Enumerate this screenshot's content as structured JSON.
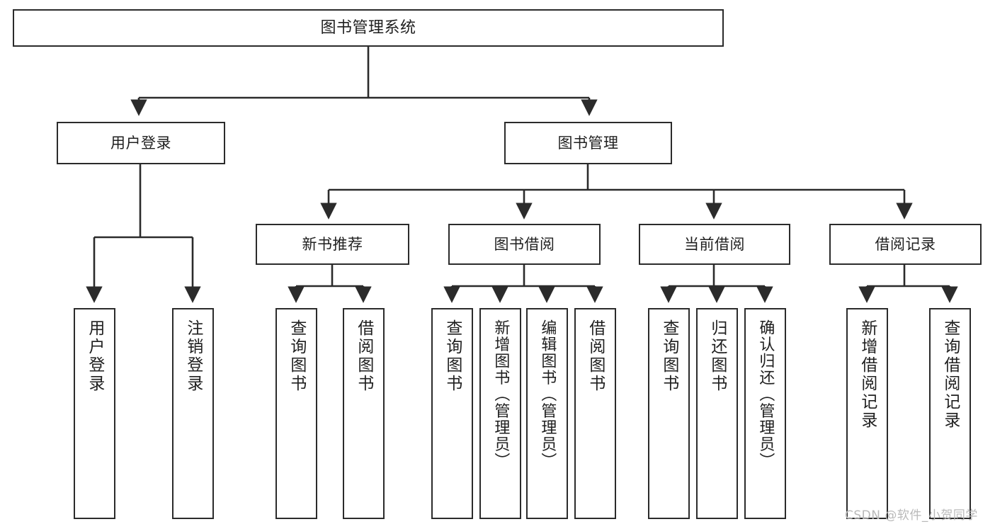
{
  "diagram": {
    "title": "图书管理系统",
    "type": "functional-structure-tree",
    "levels": 4,
    "watermark": "CSDN @软件_小贺同学"
  },
  "nodes": {
    "root": {
      "label": "图书管理系统"
    },
    "level2": [
      {
        "id": "user-login",
        "label": "用户登录"
      },
      {
        "id": "book-manage",
        "label": "图书管理"
      }
    ],
    "level3": [
      {
        "id": "new-book-rec",
        "label": "新书推荐",
        "parent": "book-manage"
      },
      {
        "id": "book-borrow",
        "label": "图书借阅",
        "parent": "book-manage"
      },
      {
        "id": "current-borrow",
        "label": "当前借阅",
        "parent": "book-manage"
      },
      {
        "id": "borrow-record",
        "label": "借阅记录",
        "parent": "book-manage"
      }
    ],
    "leaves": [
      {
        "id": "leaf-user-login",
        "label": "用户登录",
        "parent": "user-login"
      },
      {
        "id": "leaf-user-logout",
        "label": "注销登录",
        "parent": "user-login"
      },
      {
        "id": "leaf-query-book-1",
        "label": "查询图书",
        "parent": "new-book-rec"
      },
      {
        "id": "leaf-borrow-book-1",
        "label": "借阅图书",
        "parent": "new-book-rec"
      },
      {
        "id": "leaf-query-book-2",
        "label": "查询图书",
        "parent": "book-borrow"
      },
      {
        "id": "leaf-add-book",
        "label": "新增图书（管理员）",
        "parent": "book-borrow"
      },
      {
        "id": "leaf-edit-book",
        "label": "编辑图书（管理员）",
        "parent": "book-borrow"
      },
      {
        "id": "leaf-borrow-book-2",
        "label": "借阅图书",
        "parent": "book-borrow"
      },
      {
        "id": "leaf-query-book-3",
        "label": "查询图书",
        "parent": "current-borrow"
      },
      {
        "id": "leaf-return-book",
        "label": "归还图书",
        "parent": "current-borrow"
      },
      {
        "id": "leaf-confirm-return",
        "label": "确认归还（管理员）",
        "parent": "current-borrow"
      },
      {
        "id": "leaf-add-record",
        "label": "新增借阅记录",
        "parent": "borrow-record"
      },
      {
        "id": "leaf-query-record",
        "label": "查询借阅记录",
        "parent": "borrow-record"
      }
    ]
  },
  "colors": {
    "stroke": "#2b2b2b",
    "background": "#ffffff",
    "text": "#1f1f1f",
    "watermark": "#b9b9b9"
  }
}
